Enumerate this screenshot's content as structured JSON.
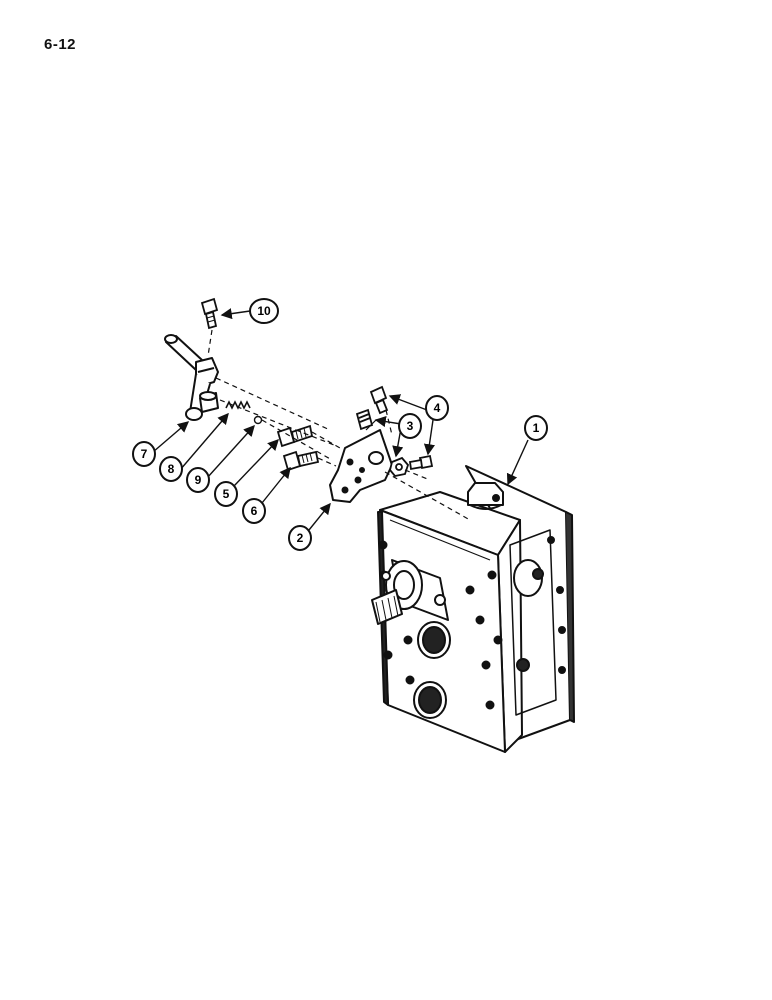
{
  "page": {
    "number": "6-12"
  },
  "callouts": [
    {
      "id": "1",
      "label": "1"
    },
    {
      "id": "2",
      "label": "2"
    },
    {
      "id": "3",
      "label": "3"
    },
    {
      "id": "4",
      "label": "4"
    },
    {
      "id": "5",
      "label": "5"
    },
    {
      "id": "6",
      "label": "6"
    },
    {
      "id": "7",
      "label": "7"
    },
    {
      "id": "8",
      "label": "8"
    },
    {
      "id": "9",
      "label": "9"
    },
    {
      "id": "10",
      "label": "10"
    }
  ],
  "colors": {
    "ink": "#111111",
    "paper": "#ffffff",
    "shade": "#3a3a3a"
  }
}
